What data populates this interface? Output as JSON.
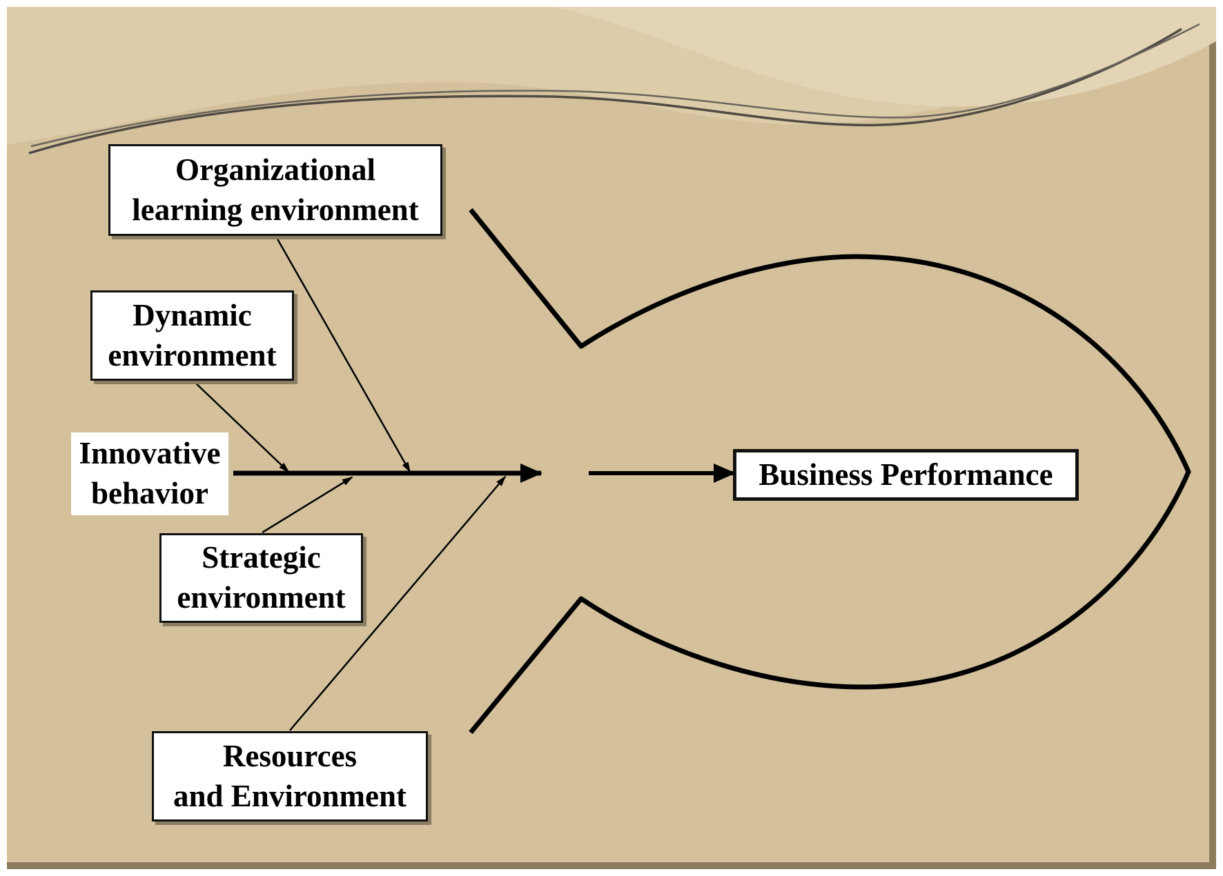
{
  "diagram": {
    "type": "fishbone",
    "background_color": "#d4c19c",
    "causes": {
      "organizational_learning": [
        "Organizational",
        "learning environment"
      ],
      "dynamic": [
        "Dynamic",
        "environment"
      ],
      "innovative": [
        "Innovative",
        "behavior"
      ],
      "strategic": [
        "Strategic",
        "environment"
      ],
      "resources": [
        "Resources",
        "and Environment"
      ]
    },
    "effect": "Business Performance"
  }
}
